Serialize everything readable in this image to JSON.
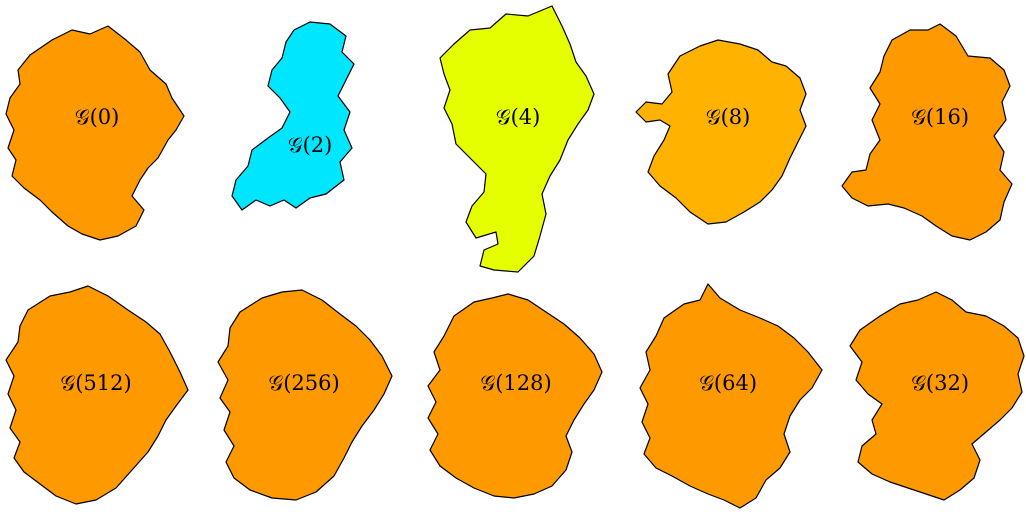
{
  "figure": {
    "shapes": [
      {
        "id": "g0",
        "label": "𝒢(0)",
        "color": "#ff9900"
      },
      {
        "id": "g2",
        "label": "𝒢(2)",
        "color": "#00e6ff"
      },
      {
        "id": "g4",
        "label": "𝒢(4)",
        "color": "#e6ff00"
      },
      {
        "id": "g8",
        "label": "𝒢(8)",
        "color": "#ffb300"
      },
      {
        "id": "g16",
        "label": "𝒢(16)",
        "color": "#ff9900"
      },
      {
        "id": "g512",
        "label": "𝒢(512)",
        "color": "#ff9900"
      },
      {
        "id": "g256",
        "label": "𝒢(256)",
        "color": "#ff9900"
      },
      {
        "id": "g128",
        "label": "𝒢(128)",
        "color": "#ff9900"
      },
      {
        "id": "g64",
        "label": "𝒢(64)",
        "color": "#ff9900"
      },
      {
        "id": "g32",
        "label": "𝒢(32)",
        "color": "#ff9900"
      }
    ],
    "outline_color": "#000000"
  }
}
